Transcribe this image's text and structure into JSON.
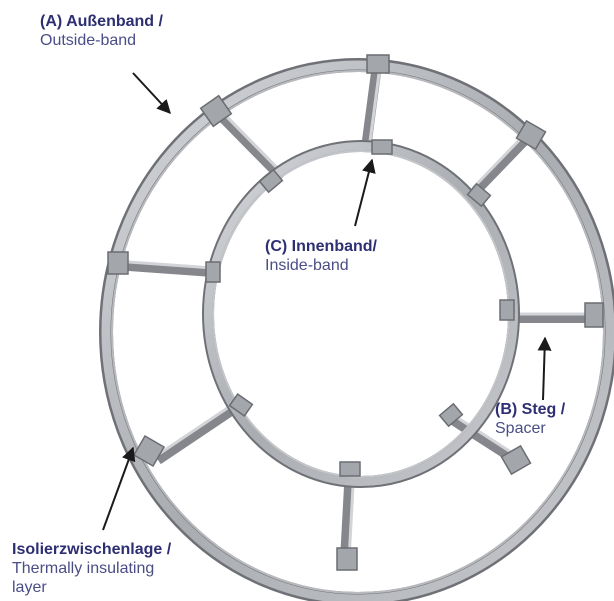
{
  "labels": {
    "outside_band": {
      "title": "(A) Außenband /",
      "subtitle": "Outside-band"
    },
    "inside_band": {
      "title": "(C) Innenband/",
      "subtitle": "Inside-band"
    },
    "spacer": {
      "title": "(B) Steg /",
      "subtitle": "Spacer"
    },
    "insulating_layer": {
      "title": "Isolierzwischenlage /",
      "subtitle": "Thermally insulating",
      "subtitle2": "layer"
    }
  },
  "colors": {
    "label_bold": "#2e2f72",
    "label_light": "#4a4d86",
    "metal_dark": "#6f7176",
    "metal_light": "#c9cbcf",
    "arrow": "#1a1a1a"
  }
}
